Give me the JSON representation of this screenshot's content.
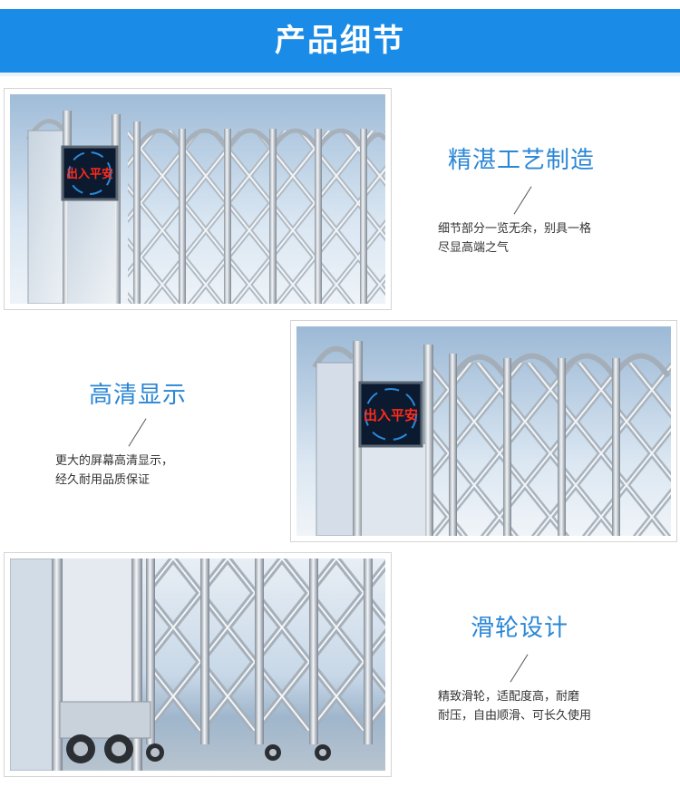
{
  "header": {
    "title": "产品细节"
  },
  "sections": [
    {
      "title": "精湛工艺制造",
      "desc_line1": "细节部分一览无余，别具一格",
      "desc_line2": "尽显高端之气"
    },
    {
      "title": "高清显示",
      "desc_line1": "更大的屏幕高清显示，",
      "desc_line2": "经久耐用品质保证"
    },
    {
      "title": "滑轮设计",
      "desc_line1": "精致滑轮，适配度高，耐磨",
      "desc_line2": "耐压，自由顺滑、可长久使用"
    }
  ],
  "display": {
    "led_text": "出入平安"
  },
  "colors": {
    "banner": "#1a8be6",
    "heading": "#2a86d6",
    "led": "#ff2a1a"
  }
}
